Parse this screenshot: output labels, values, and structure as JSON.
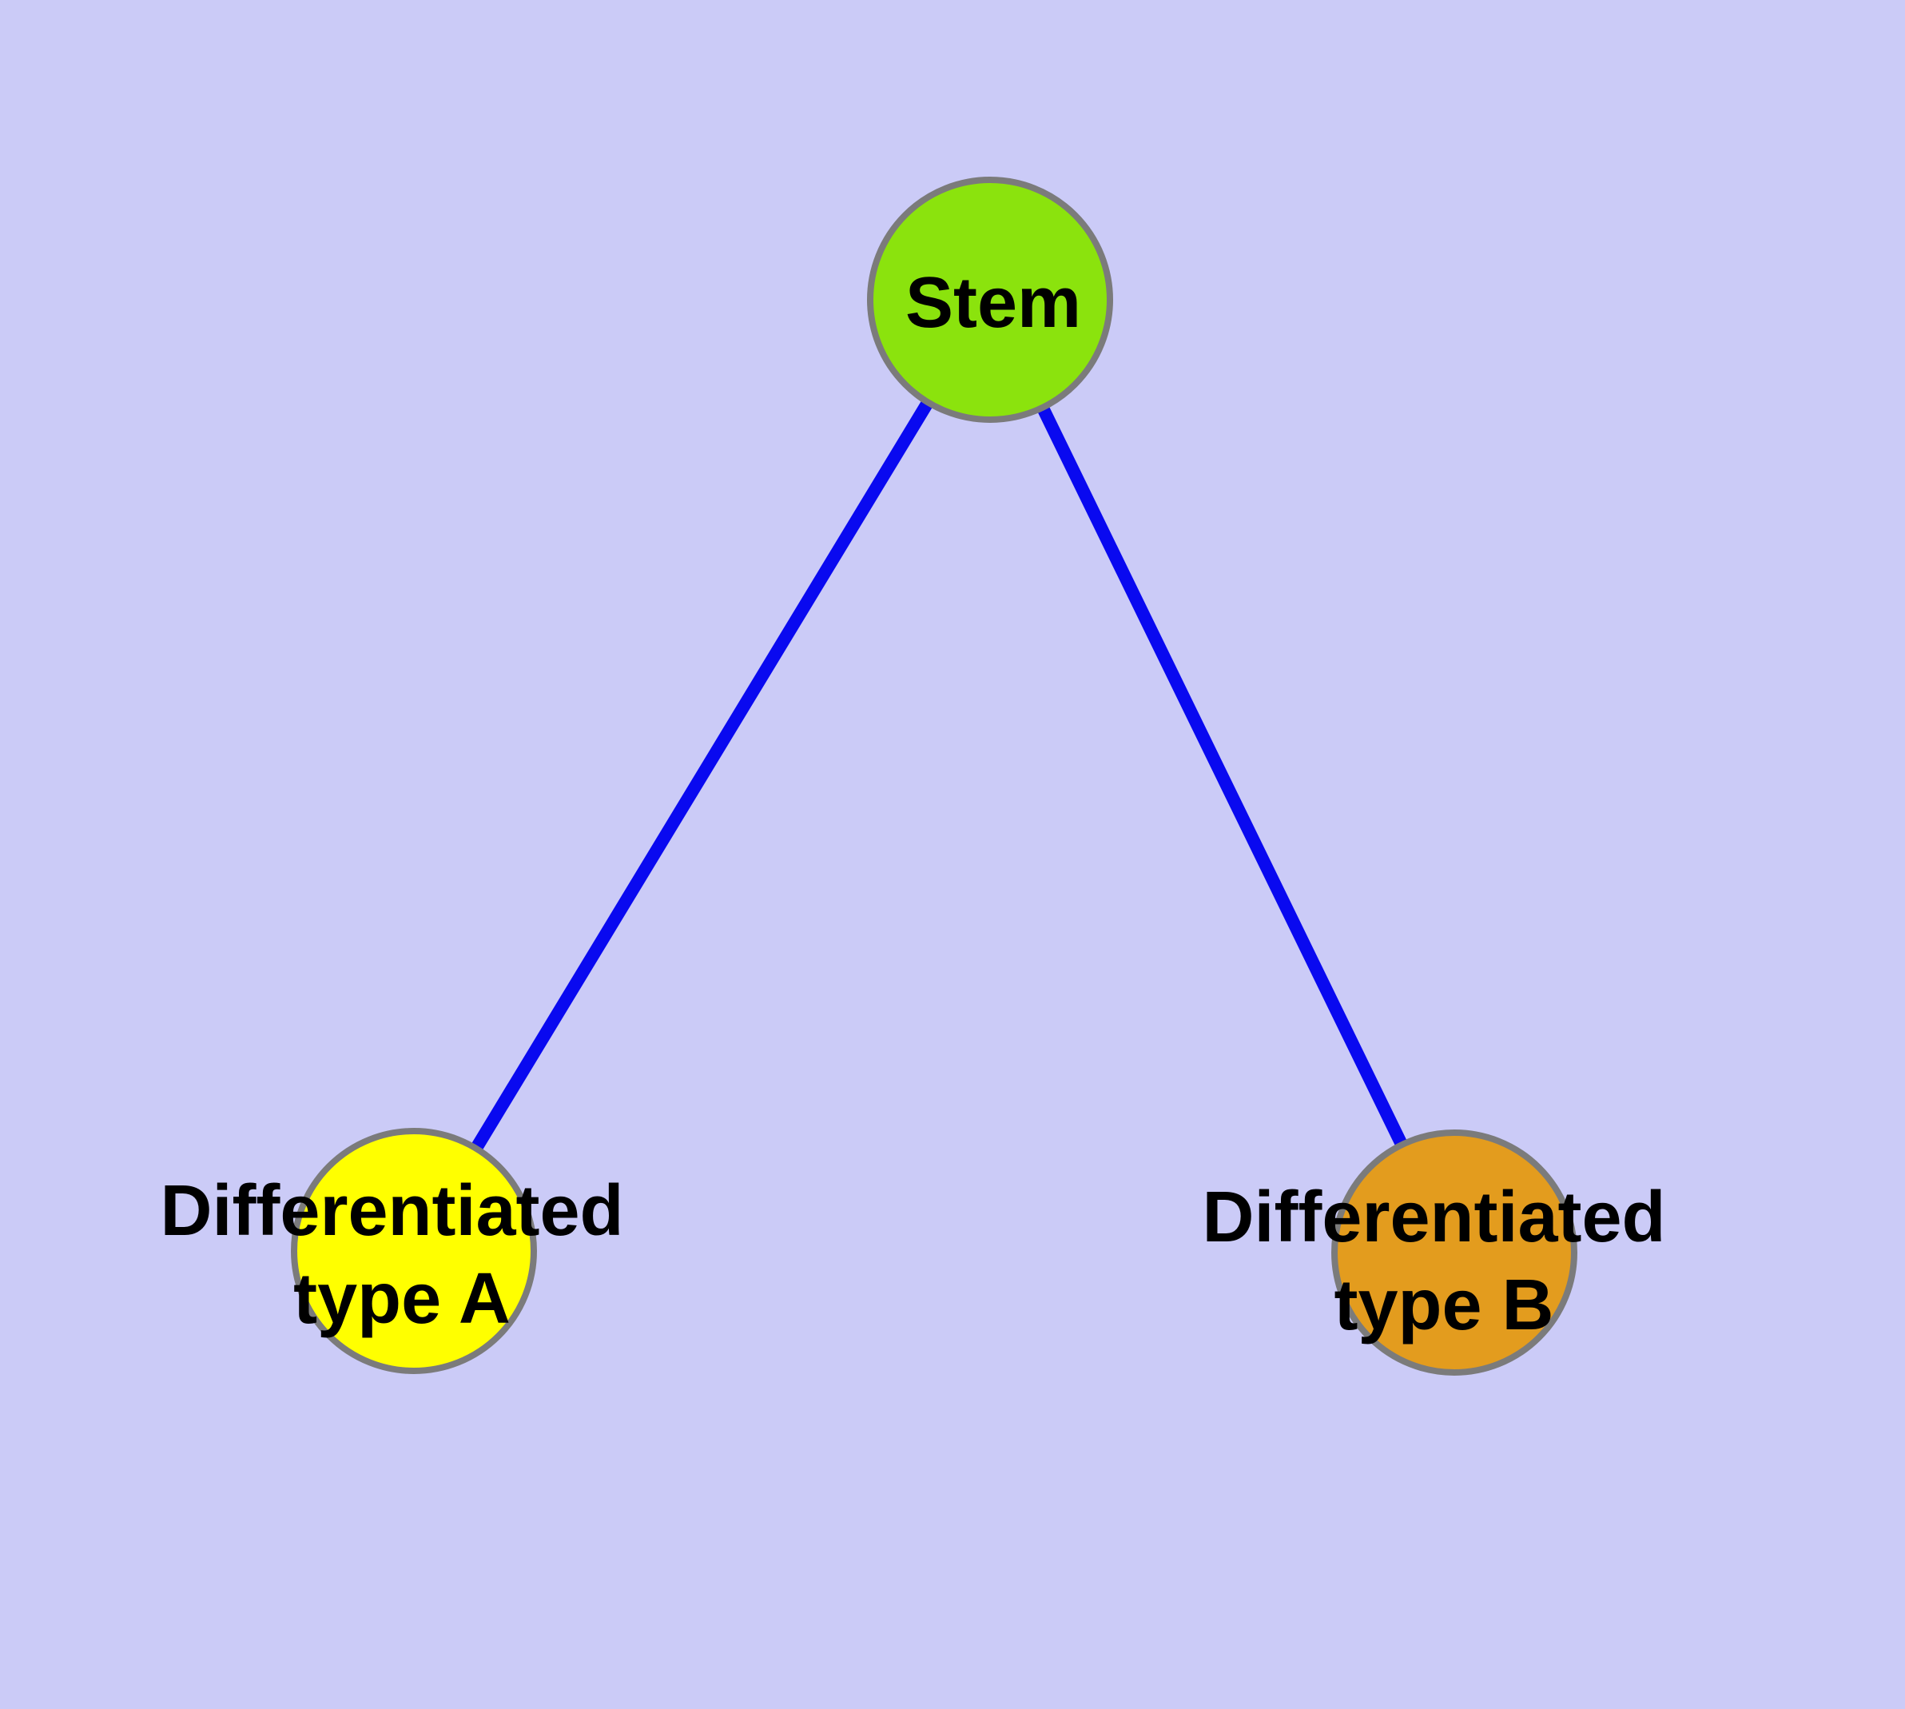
{
  "diagram": {
    "background_color": "#CBCBF7",
    "edge_color": "#0909F0",
    "node_border_color": "#7B7B7B",
    "label_color": "#000000",
    "nodes": {
      "stem": {
        "label": "Stem",
        "fill": "#8BE30D"
      },
      "type_a": {
        "label_line1": "Differentiated",
        "label_line2": "type A",
        "fill": "#FFFF00"
      },
      "type_b": {
        "label_line1": "Differentiated",
        "label_line2": "type B",
        "fill": "#E39C1E"
      }
    },
    "edges": [
      {
        "from": "stem",
        "to": "type_a"
      },
      {
        "from": "stem",
        "to": "type_b"
      }
    ]
  }
}
